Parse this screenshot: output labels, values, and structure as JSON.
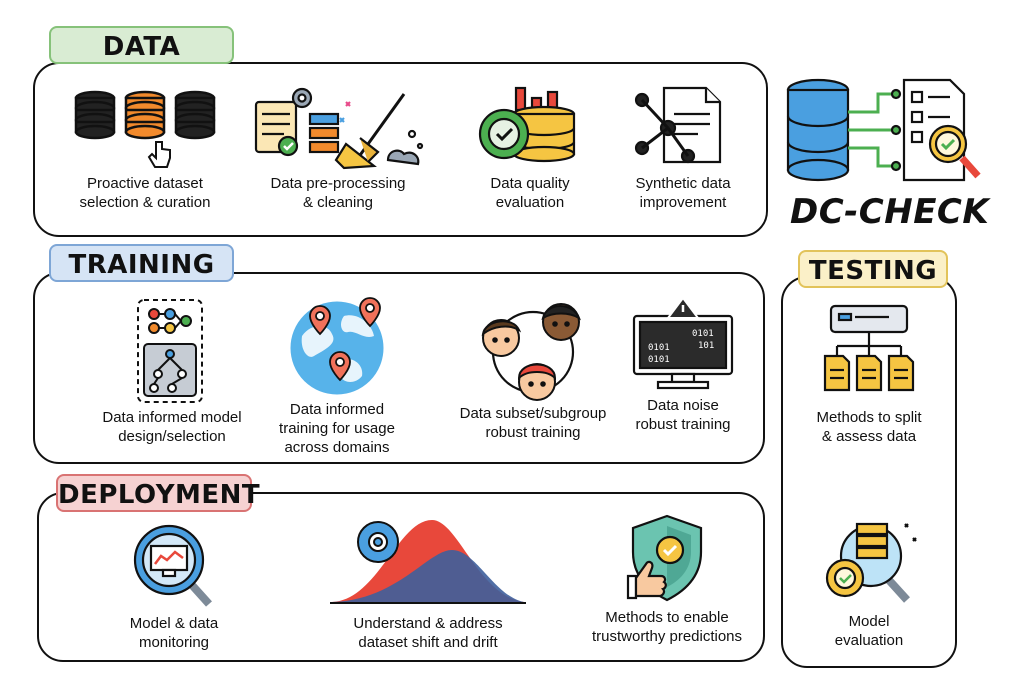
{
  "brand": {
    "title": "DC-CHECK"
  },
  "colors": {
    "data_tag_bg": "#d9ecd3",
    "data_tag_border": "#86c27a",
    "training_tag_bg": "#d6e4f5",
    "training_tag_border": "#7ea6d6",
    "deployment_tag_bg": "#f6d2d2",
    "deployment_tag_border": "#d97373",
    "testing_tag_bg": "#fbf0c8",
    "testing_tag_border": "#e2c35a",
    "accent_blue": "#4a9fe0",
    "accent_orange": "#f28a2c",
    "accent_yellow": "#f5c542",
    "accent_red": "#e8483b",
    "accent_green": "#4caf50"
  },
  "sections": {
    "data": {
      "label": "DATA",
      "items": [
        {
          "caption": "Proactive dataset\nselection & curation",
          "icon": "database-select-icon"
        },
        {
          "caption": "Data pre-processing\n& cleaning",
          "icon": "broom-cleaning-icon"
        },
        {
          "caption": "Data quality\nevaluation",
          "icon": "quality-badge-icon"
        },
        {
          "caption": "Synthetic data\nimprovement",
          "icon": "synthetic-document-icon"
        }
      ]
    },
    "training": {
      "label": "TRAINING",
      "items": [
        {
          "caption": "Data informed model\ndesign/selection",
          "icon": "model-graph-icon"
        },
        {
          "caption": "Data informed\ntraining for usage\nacross domains",
          "icon": "globe-pins-icon"
        },
        {
          "caption": "Data subset/subgroup\nrobust training",
          "icon": "people-group-icon"
        },
        {
          "caption": "Data noise\nrobust training",
          "icon": "binary-monitor-icon"
        }
      ]
    },
    "deployment": {
      "label": "DEPLOYMENT",
      "items": [
        {
          "caption": "Model & data\nmonitoring",
          "icon": "monitor-magnifier-icon"
        },
        {
          "caption": "Understand & address\ndataset shift and drift",
          "icon": "distribution-shift-icon"
        },
        {
          "caption": "Methods to enable\ntrustworthy predictions",
          "icon": "shield-thumbs-up-icon"
        }
      ]
    },
    "testing": {
      "label": "TESTING",
      "items": [
        {
          "caption": "Methods to split\n& assess data",
          "icon": "data-split-icon"
        },
        {
          "caption": "Model\nevaluation",
          "icon": "server-magnifier-icon"
        }
      ]
    }
  }
}
